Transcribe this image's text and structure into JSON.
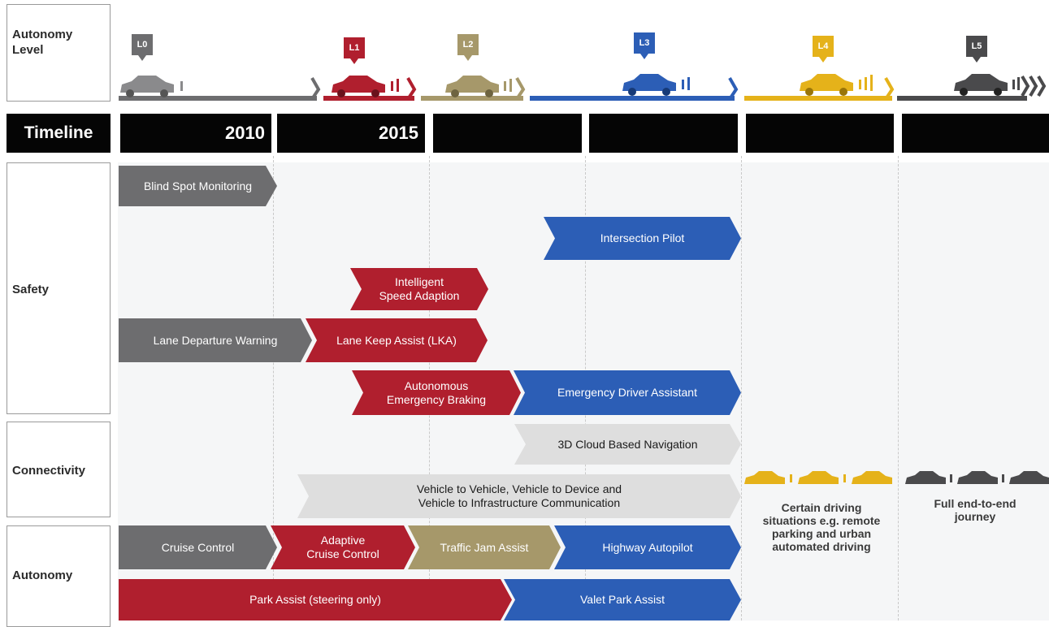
{
  "side": {
    "autonomy_level": "Autonomy Level",
    "timeline": "Timeline",
    "safety": "Safety",
    "connectivity": "Connectivity",
    "autonomy": "Autonomy"
  },
  "levels": [
    {
      "label": "L0",
      "color": "#6d6d6f"
    },
    {
      "label": "L1",
      "color": "#b01f2e"
    },
    {
      "label": "L2",
      "color": "#a6986a"
    },
    {
      "label": "L3",
      "color": "#2c5eb6"
    },
    {
      "label": "L4",
      "color": "#e5b21a"
    },
    {
      "label": "L5",
      "color": "#4a4a4c"
    }
  ],
  "timeline": {
    "years": [
      "2010",
      "2015",
      "",
      "",
      "",
      ""
    ]
  },
  "safety": {
    "blind_spot": "Blind Spot Monitoring",
    "intersection_pilot": "Intersection Pilot",
    "isa_line1": "Intelligent",
    "isa_line2": "Speed Adaption",
    "lane_departure": "Lane Departure Warning",
    "lane_keep": "Lane Keep Assist (LKA)",
    "aeb_line1": "Autonomous",
    "aeb_line2": "Emergency Braking",
    "emergency_driver": "Emergency Driver Assistant"
  },
  "connectivity": {
    "cloud_nav": "3D Cloud Based Navigation",
    "v2x_line1": "Vehicle to Vehicle, Vehicle to Device and",
    "v2x_line2": "Vehicle to Infrastructure Communication"
  },
  "autonomy": {
    "cruise_control": "Cruise Control",
    "acc_line1": "Adaptive",
    "acc_line2": "Cruise Control",
    "traffic_jam": "Traffic Jam Assist",
    "highway_autopilot": "Highway Autopilot",
    "park_assist": "Park Assist (steering only)",
    "valet_park": "Valet Park Assist"
  },
  "notes": {
    "l4_line1": "Certain driving",
    "l4_line2": "situations e.g. remote",
    "l4_line3": "parking and urban",
    "l4_line4": "automated driving",
    "l5_line1": "Full end-to-end",
    "l5_line2": "journey"
  },
  "colors": {
    "grey": "#6d6d6f",
    "red": "#b01f2e",
    "blue": "#2c5eb6",
    "tan": "#a6986a",
    "yellow": "#e5b21a",
    "dark": "#4a4a4c",
    "light": "#dedede"
  }
}
